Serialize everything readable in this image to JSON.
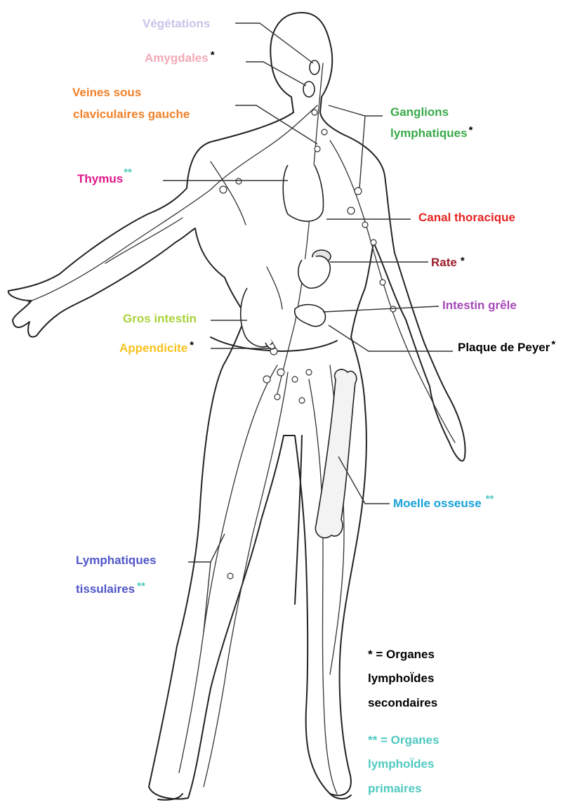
{
  "labels": {
    "vegetations": {
      "text": "Végétations",
      "color": "#c9c3ea"
    },
    "amygdales": {
      "text": "Amygdales",
      "marker": "*",
      "color": "#f2a9b6",
      "marker_color": "#000000"
    },
    "veines_1": {
      "text": "Veines sous",
      "color": "#f0812a"
    },
    "veines_2": {
      "text": "claviculaires  gauche",
      "color": "#f0812a"
    },
    "ganglions_1": {
      "text": "Ganglions",
      "color": "#3aaa4a"
    },
    "ganglions_2": {
      "text": "lymphatiques",
      "marker": "*",
      "color": "#3aaa4a",
      "marker_color": "#000000"
    },
    "thymus": {
      "text": "Thymus",
      "marker": "**",
      "color": "#e0178a",
      "marker_color": "#4fc9c0"
    },
    "canal": {
      "text": "Canal thoracique",
      "color": "#e52421"
    },
    "rate": {
      "text": "Rate",
      "marker": "*",
      "color": "#9b1b2a",
      "marker_color": "#000000"
    },
    "intestin_grele": {
      "text": "Intestin grêle",
      "color": "#a54aba"
    },
    "gros_intestin": {
      "text": "Gros intestin",
      "color": "#a9d23a"
    },
    "appendicite": {
      "text": "Appendicite",
      "marker": "*",
      "color": "#f7c21e",
      "marker_color": "#000000"
    },
    "plaque": {
      "text": "Plaque de Peyer",
      "marker": "*",
      "color": "#000000",
      "marker_color": "#000000"
    },
    "moelle": {
      "text": "Moelle osseuse",
      "marker": "**",
      "color": "#1aa1d8",
      "marker_color": "#4fc9c0"
    },
    "lymph_tiss_1": {
      "text": "Lymphatiques",
      "color": "#4f55c8"
    },
    "lymph_tiss_2": {
      "text": "tissulaires",
      "marker": "**",
      "color": "#4f55c8",
      "marker_color": "#4fc9c0"
    }
  },
  "legend": {
    "secondary": {
      "line1": "* = Organes",
      "line2": "lymphoÏdes",
      "line3": "secondaires",
      "color": "#000000"
    },
    "primary": {
      "line1": "** = Organes",
      "line2": "lymphoÏdes",
      "line3": "primaires",
      "color": "#4fc9c0"
    }
  }
}
